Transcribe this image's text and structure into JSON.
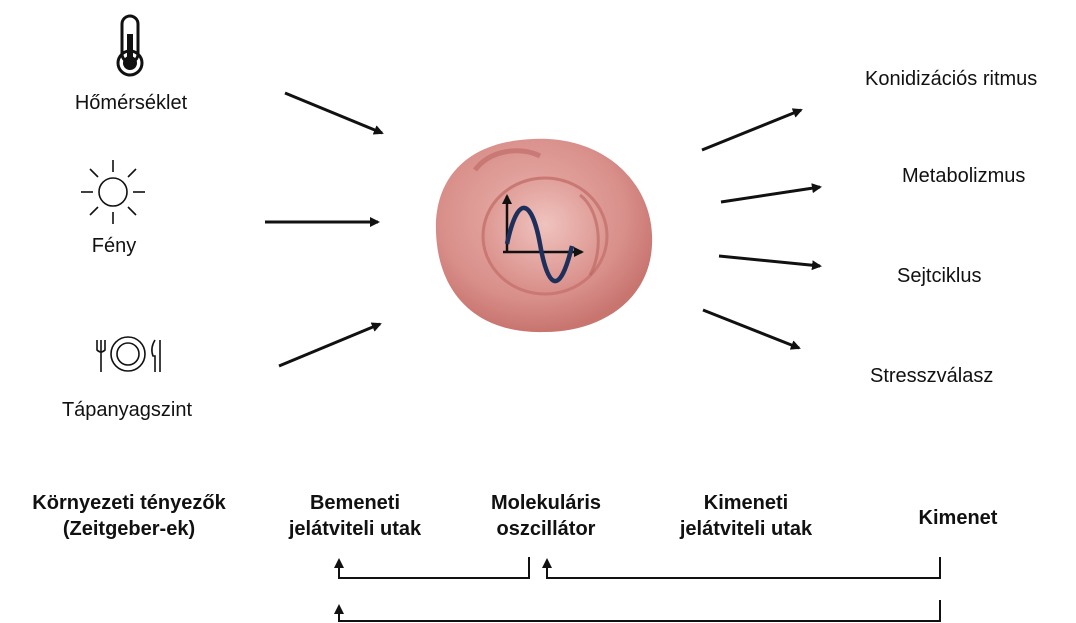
{
  "inputs": {
    "temperature": "Hőmérséklet",
    "light": "Fény",
    "nutrients": "Tápanyagszint"
  },
  "outputs": {
    "conidiation": "Konidizációs ritmus",
    "metabolism": "Metabolizmus",
    "cell_cycle": "Sejtciklus",
    "stress": "Stresszválasz"
  },
  "stages": {
    "environment": {
      "line1": "Környezeti tényezők",
      "line2": "(Zeitgeber-ek)"
    },
    "input_pathways": {
      "line1": "Bemeneti",
      "line2": "jelátviteli utak"
    },
    "oscillator": {
      "line1": "Molekuláris",
      "line2": "oszcillátor"
    },
    "output_pathways": {
      "line1": "Kimeneti",
      "line2": "jelátviteli utak"
    },
    "output": {
      "line1": "Kimenet"
    }
  },
  "icons": {
    "temperature": "thermometer-icon",
    "light": "sun-icon",
    "nutrients": "plate-cutlery-icon",
    "cell": "cell-icon",
    "oscillation": "sine-wave-icon"
  },
  "colors": {
    "cell_outer": "#d98a86",
    "cell_inner": "#e8aaa5",
    "wave": "#1f2f5c",
    "arrow": "#111111"
  }
}
